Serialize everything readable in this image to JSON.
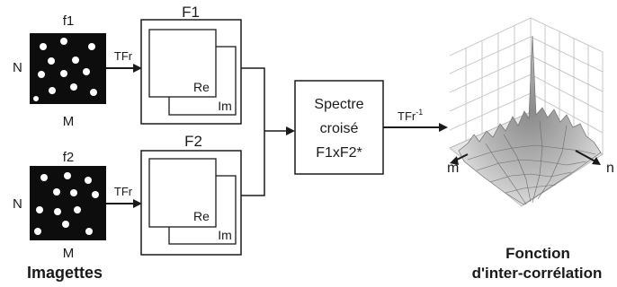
{
  "imagettes": {
    "top": {
      "name": "f1",
      "row_label": "N",
      "col_label": "M"
    },
    "bottom": {
      "name": "f2",
      "row_label": "N",
      "col_label": "M"
    },
    "caption": "Imagettes"
  },
  "arrows": {
    "top_transform": "TFr",
    "bottom_transform": "TFr",
    "inverse_transform_base": "TFr",
    "inverse_transform_exp": "-1"
  },
  "fft_boxes": {
    "top": {
      "title": "F1",
      "real_label": "Re",
      "imag_label": "Im"
    },
    "bottom": {
      "title": "F2",
      "real_label": "Re",
      "imag_label": "Im"
    }
  },
  "spectrum_box": {
    "line1": "Spectre",
    "line2": "croisé",
    "line3": "F1xF2*"
  },
  "correlation_plot": {
    "axis_m": "m",
    "axis_n": "n",
    "caption_line1": "Fonction",
    "caption_line2": "d'inter-corrélation"
  }
}
